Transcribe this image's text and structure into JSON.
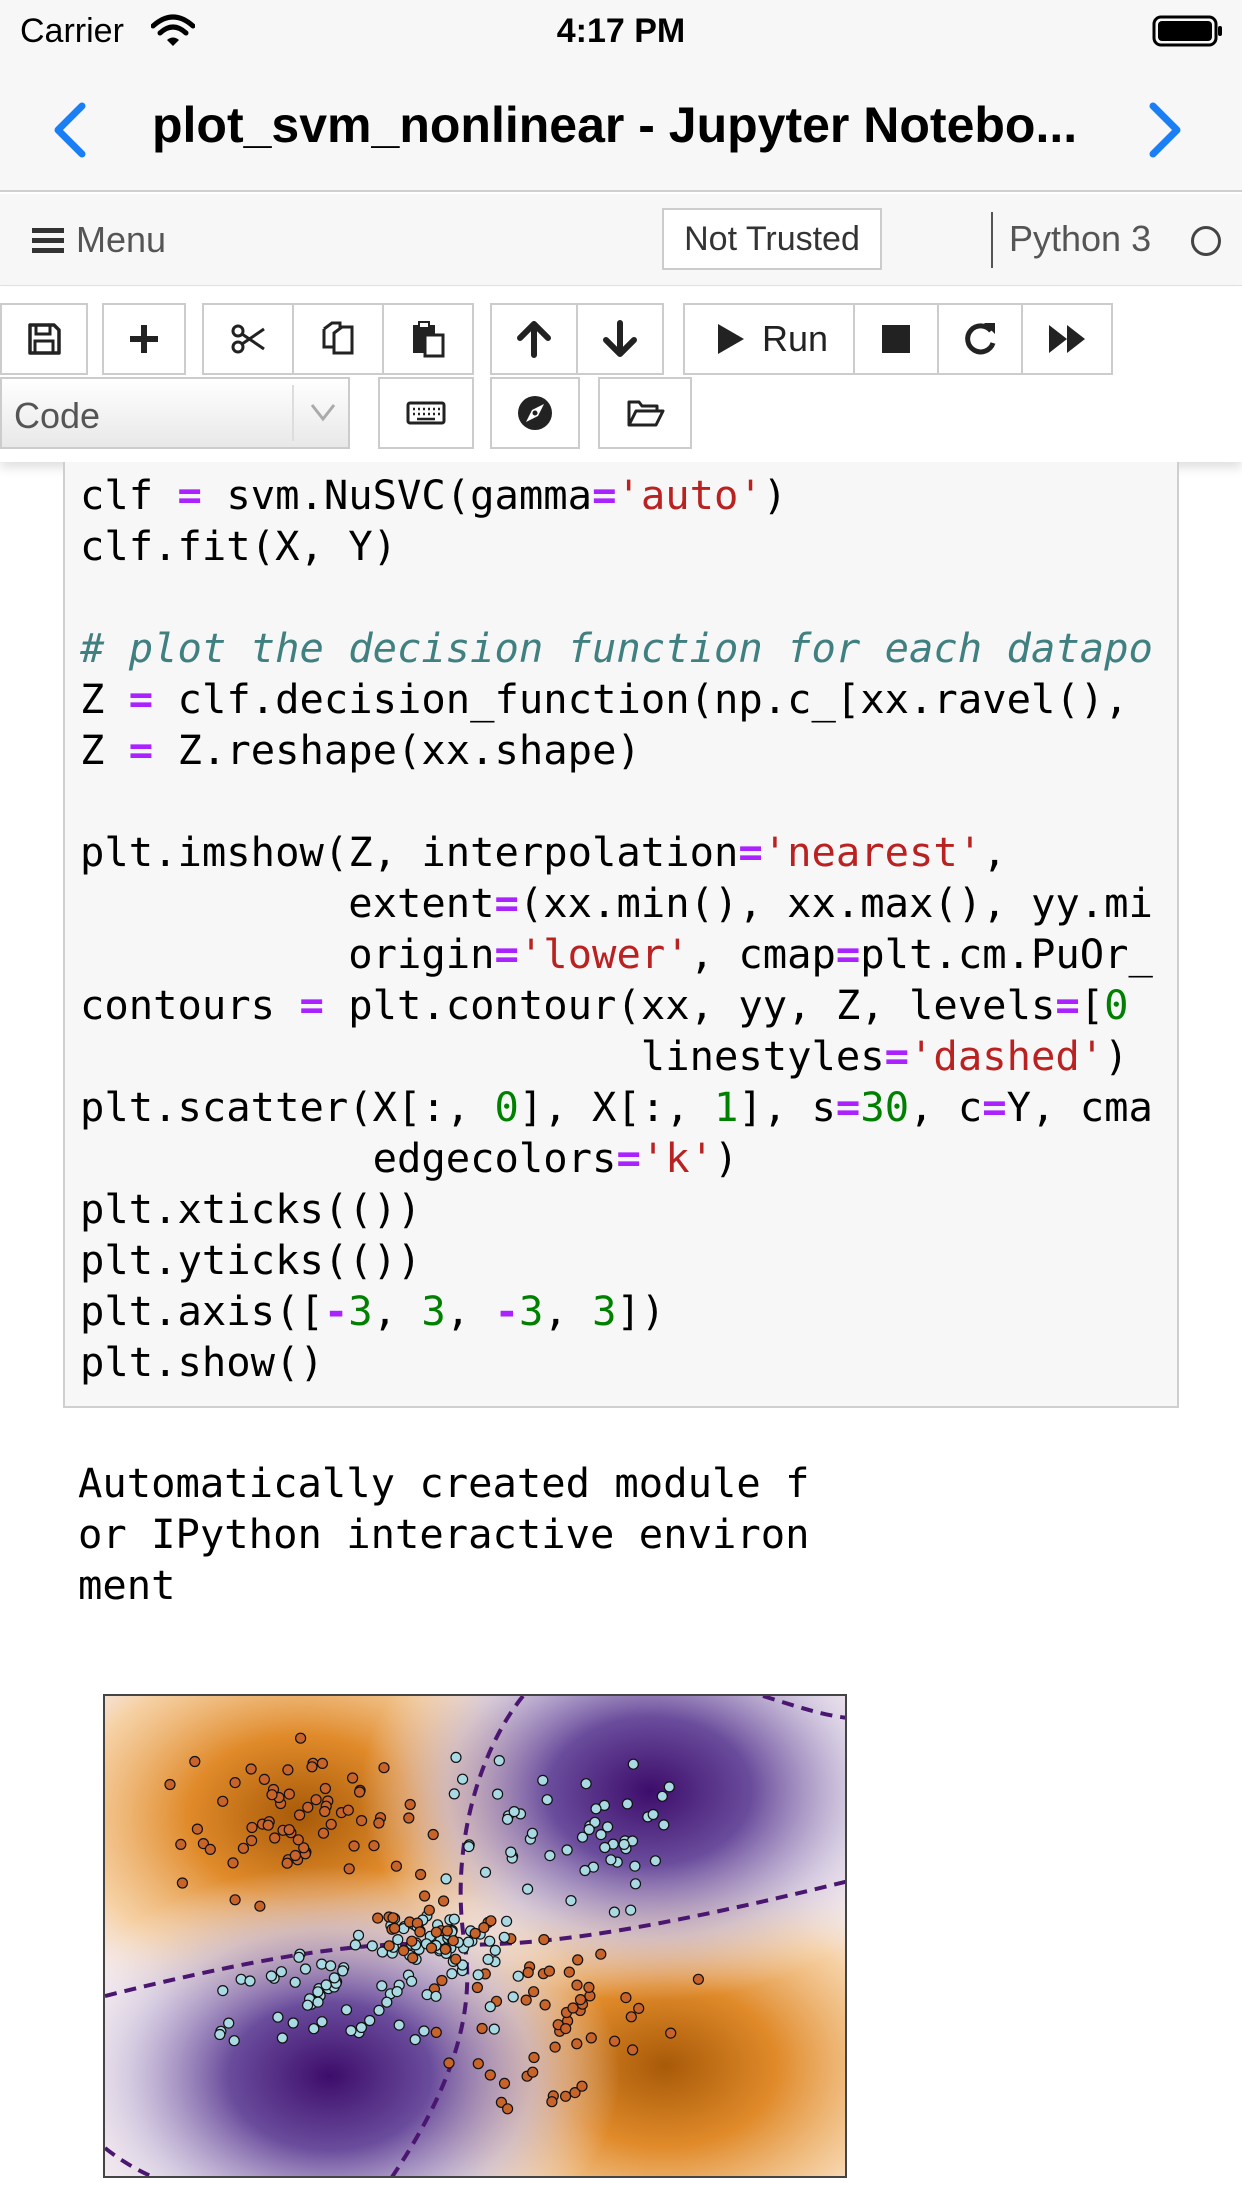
{
  "status_bar": {
    "carrier": "Carrier",
    "time": "4:17 PM"
  },
  "nav": {
    "title": "plot_svm_nonlinear - Jupyter Notebo..."
  },
  "header": {
    "menu_label": "Menu",
    "trust_label": "Not Trusted",
    "kernel_name": "Python 3"
  },
  "toolbar": {
    "run_label": "Run",
    "cell_type": "Code",
    "icons": [
      "save-icon",
      "plus-icon",
      "cut-icon",
      "copy-icon",
      "paste-icon",
      "arrow-up-icon",
      "arrow-down-icon",
      "play-icon",
      "stop-icon",
      "restart-icon",
      "fast-forward-icon",
      "keyboard-icon",
      "compass-icon",
      "folder-open-icon"
    ]
  },
  "code_lines": [
    [
      {
        "t": "clf ",
        "c": ""
      },
      {
        "t": "=",
        "c": "op"
      },
      {
        "t": " svm.NuSVC(gamma",
        "c": ""
      },
      {
        "t": "=",
        "c": "op"
      },
      {
        "t": "'auto'",
        "c": "str"
      },
      {
        "t": ")",
        "c": ""
      }
    ],
    [
      {
        "t": "clf.fit(X, Y)",
        "c": ""
      }
    ],
    [
      {
        "t": "",
        "c": ""
      }
    ],
    [
      {
        "t": "# plot the decision function for each datapo",
        "c": "com"
      }
    ],
    [
      {
        "t": "Z ",
        "c": ""
      },
      {
        "t": "=",
        "c": "op"
      },
      {
        "t": " clf.decision_function(np.c_[xx.ravel(),",
        "c": ""
      }
    ],
    [
      {
        "t": "Z ",
        "c": ""
      },
      {
        "t": "=",
        "c": "op"
      },
      {
        "t": " Z.reshape(xx.shape)",
        "c": ""
      }
    ],
    [
      {
        "t": "",
        "c": ""
      }
    ],
    [
      {
        "t": "plt.imshow(Z, interpolation",
        "c": ""
      },
      {
        "t": "=",
        "c": "op"
      },
      {
        "t": "'nearest'",
        "c": "str"
      },
      {
        "t": ",",
        "c": ""
      }
    ],
    [
      {
        "t": "           extent",
        "c": ""
      },
      {
        "t": "=",
        "c": "op"
      },
      {
        "t": "(xx.min(), xx.max(), yy.mi",
        "c": ""
      }
    ],
    [
      {
        "t": "           origin",
        "c": ""
      },
      {
        "t": "=",
        "c": "op"
      },
      {
        "t": "'lower'",
        "c": "str"
      },
      {
        "t": ", cmap",
        "c": ""
      },
      {
        "t": "=",
        "c": "op"
      },
      {
        "t": "plt.cm.PuOr_",
        "c": ""
      }
    ],
    [
      {
        "t": "contours ",
        "c": ""
      },
      {
        "t": "=",
        "c": "op"
      },
      {
        "t": " plt.contour(xx, yy, Z, levels",
        "c": ""
      },
      {
        "t": "=",
        "c": "op"
      },
      {
        "t": "[",
        "c": ""
      },
      {
        "t": "0",
        "c": "num"
      }
    ],
    [
      {
        "t": "                       linestyles",
        "c": ""
      },
      {
        "t": "=",
        "c": "op"
      },
      {
        "t": "'dashed'",
        "c": "str"
      },
      {
        "t": ")",
        "c": ""
      }
    ],
    [
      {
        "t": "plt.scatter(X[:, ",
        "c": ""
      },
      {
        "t": "0",
        "c": "num"
      },
      {
        "t": "], X[:, ",
        "c": ""
      },
      {
        "t": "1",
        "c": "num"
      },
      {
        "t": "], s",
        "c": ""
      },
      {
        "t": "=",
        "c": "op"
      },
      {
        "t": "30",
        "c": "num"
      },
      {
        "t": ", c",
        "c": ""
      },
      {
        "t": "=",
        "c": "op"
      },
      {
        "t": "Y, cma",
        "c": ""
      }
    ],
    [
      {
        "t": "            edgecolors",
        "c": ""
      },
      {
        "t": "=",
        "c": "op"
      },
      {
        "t": "'k'",
        "c": "str"
      },
      {
        "t": ")",
        "c": ""
      }
    ],
    [
      {
        "t": "plt.xticks(())",
        "c": ""
      }
    ],
    [
      {
        "t": "plt.yticks(())",
        "c": ""
      }
    ],
    [
      {
        "t": "plt.axis([",
        "c": ""
      },
      {
        "t": "-",
        "c": "op"
      },
      {
        "t": "3",
        "c": "num"
      },
      {
        "t": ", ",
        "c": ""
      },
      {
        "t": "3",
        "c": "num"
      },
      {
        "t": ", ",
        "c": ""
      },
      {
        "t": "-",
        "c": "op"
      },
      {
        "t": "3",
        "c": "num"
      },
      {
        "t": ", ",
        "c": ""
      },
      {
        "t": "3",
        "c": "num"
      },
      {
        "t": "])",
        "c": ""
      }
    ],
    [
      {
        "t": "plt.show()",
        "c": ""
      }
    ]
  ],
  "output": {
    "lines": [
      "Automatically created module f",
      "or IPython interactive environ",
      "ment"
    ]
  },
  "colors": {
    "purple_dark": "#3d0d6b",
    "orange_dark": "#a85a08",
    "point_orange": "#c8642a",
    "point_blue": "#a9d9e2",
    "contour": "#4a1670"
  }
}
